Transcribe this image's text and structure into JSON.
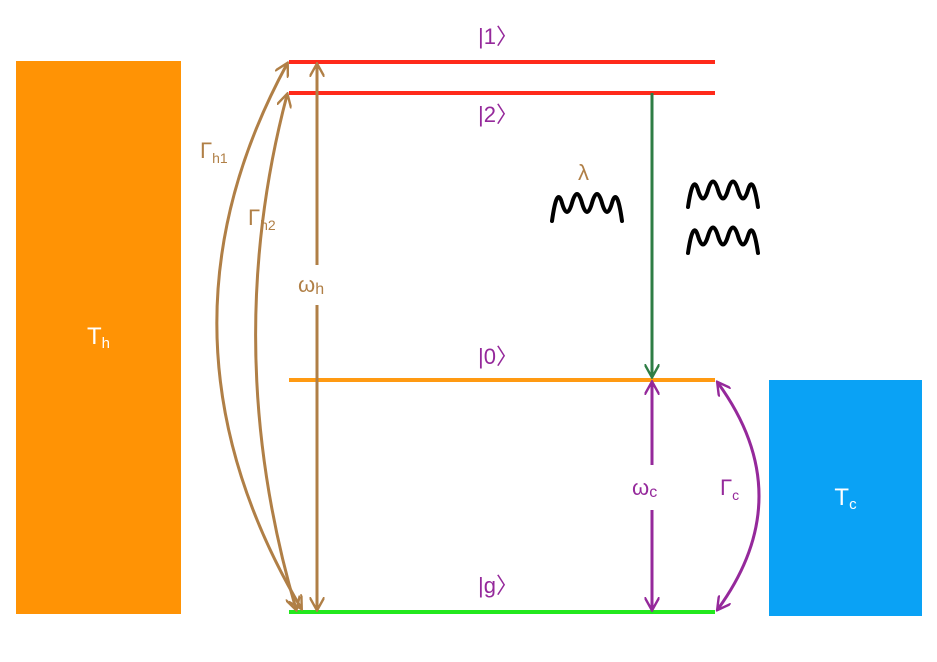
{
  "reservoirs": {
    "hot": {
      "symbol": "T",
      "subscript": "h"
    },
    "cold": {
      "symbol": "T",
      "subscript": "c"
    }
  },
  "levels": {
    "level1": "|1〉",
    "level2": "|2〉",
    "level0": "|0〉",
    "ground": "|g〉"
  },
  "transitions": {
    "gamma_h1": {
      "symbol": "Γ",
      "subscript": "h1"
    },
    "gamma_h2": {
      "symbol": "Γ",
      "subscript": "h2"
    },
    "omega_h": {
      "symbol": "ω",
      "subscript": "h"
    },
    "omega_c": {
      "symbol": "ω",
      "subscript": "c"
    },
    "gamma_c": {
      "symbol": "Γ",
      "subscript": "c"
    },
    "lambda": "λ"
  },
  "colors": {
    "hot_reservoir": "#ff9305",
    "cold_reservoir": "#0aa2f5",
    "excited_levels": "#ff2a1a",
    "level0": "#ff9a12",
    "ground_level": "#22e81d",
    "hot_transitions": "#b07f46",
    "cold_transitions": "#95299b",
    "decay_arrow": "#2e7d45",
    "ket_labels": "#95299b",
    "wave": "#000000"
  }
}
